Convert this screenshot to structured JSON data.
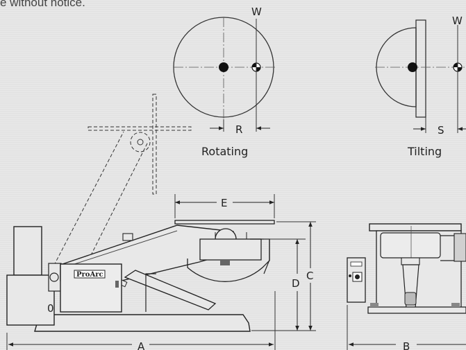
{
  "header": {
    "notice": "e without notice."
  },
  "rotating": {
    "title": "Rotating",
    "w_label": "W",
    "r_label": "R"
  },
  "tilting": {
    "title": "Tilting",
    "w_label": "W",
    "s_label": "S"
  },
  "side_view": {
    "a_label": "A",
    "c_label": "C",
    "d_label": "D",
    "e_label": "E",
    "zero_label": "0",
    "logo_text": "ProArc"
  },
  "front_view": {
    "b_label": "B"
  }
}
